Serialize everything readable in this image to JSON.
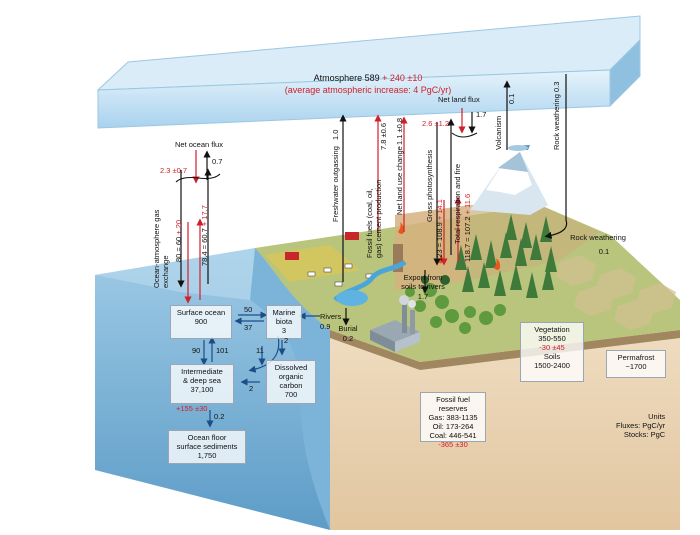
{
  "atmosphere": {
    "line1_a": "Atmosphere 589 ",
    "line1_b": "+ 240 ±10",
    "line2": "(average atmospheric increase: 4 PgC/yr)"
  },
  "net_ocean_flux": {
    "title": "Net ocean flux",
    "down": "2.3 ±0.7",
    "up": "0.7"
  },
  "ocean_gas_exchange": {
    "label": "Ocean-atmosphere gas exchange",
    "down_a": "80 = 60 ",
    "down_b": "+ 20",
    "up_a": "78.4 = 60.7 ",
    "up_b": "+ 17.7"
  },
  "vertical_fluxes": {
    "freshwater": "Freshwater outgassing",
    "freshwater_value": "1.0",
    "fossil": "Fossil fuels (coal, oil, gas) cement production",
    "fossil_value": "7.8 ±0.6",
    "landuse": "Net land use change",
    "landuse_value": "1.1 ±0.8",
    "gross_photo": "Gross photosynthesis",
    "gross_photo_value_a": "123 = 108.9 ",
    "gross_photo_value_b": "+ 14.1",
    "respiration": "Total respiration and fire",
    "respiration_value_a": "118.7 = 107.2 ",
    "respiration_value_b": "+ 11.6",
    "volcanism": "Volcanism",
    "volcanism_value": "0.1",
    "rock_weathering": "Rock weathering",
    "rock_weathering_value": "0.3"
  },
  "net_land_flux": {
    "title": "Net land flux",
    "down": "2.6 ±1.2",
    "up": "1.7"
  },
  "rock_weathering_land": {
    "title": "Rock weathering",
    "value": "0.1"
  },
  "export_rivers": {
    "title1": "Export from",
    "title2": "soils to rivers",
    "value": "1.7"
  },
  "rivers": {
    "title": "Rivers",
    "value": "0.9"
  },
  "burial": {
    "title": "Burial",
    "value": "0.2"
  },
  "surface_ocean": {
    "title": "Surface ocean",
    "value": "900"
  },
  "marine_biota": {
    "title1": "Marine",
    "title2": "biota",
    "value": "3"
  },
  "ocean_flows": {
    "f50": "50",
    "f37": "37",
    "f90": "90",
    "f101": "101",
    "f2a": "2",
    "f11": "11",
    "f2b": "2",
    "f02": "0.2"
  },
  "intermediate_sea": {
    "title1": "Intermediate",
    "title2": "& deep sea",
    "value": "37,100",
    "change": "+155 ±30"
  },
  "doc": {
    "title1": "Dissolved",
    "title2": "organic",
    "title3": "carbon",
    "value": "700"
  },
  "ocean_floor": {
    "title1": "Ocean floor",
    "title2": "surface sediments",
    "value": "1,750"
  },
  "fossil_reserves": {
    "title": "Fossil fuel reserves",
    "gas": "Gas: 383-1135",
    "oil": "Oil: 173-264",
    "coal": "Coal: 446-541",
    "change": "-365 ±30"
  },
  "vegetation": {
    "title": "Vegetation",
    "value": "350-550",
    "change": "-30 ±45",
    "soils": "Soils",
    "soils_value": "1500-2400"
  },
  "permafrost": {
    "title": "Permafrost",
    "value": "~1700"
  },
  "units": {
    "title": "Units",
    "fluxes": "Fluxes: PgC/yr",
    "stocks": "Stocks: PgC"
  },
  "colors": {
    "red_flux": "#d0202a",
    "ocean": "#7fb6d9",
    "land": "#b8c47a",
    "soil": "#e7d2b4",
    "atmosphere": "#cfe6f4"
  }
}
